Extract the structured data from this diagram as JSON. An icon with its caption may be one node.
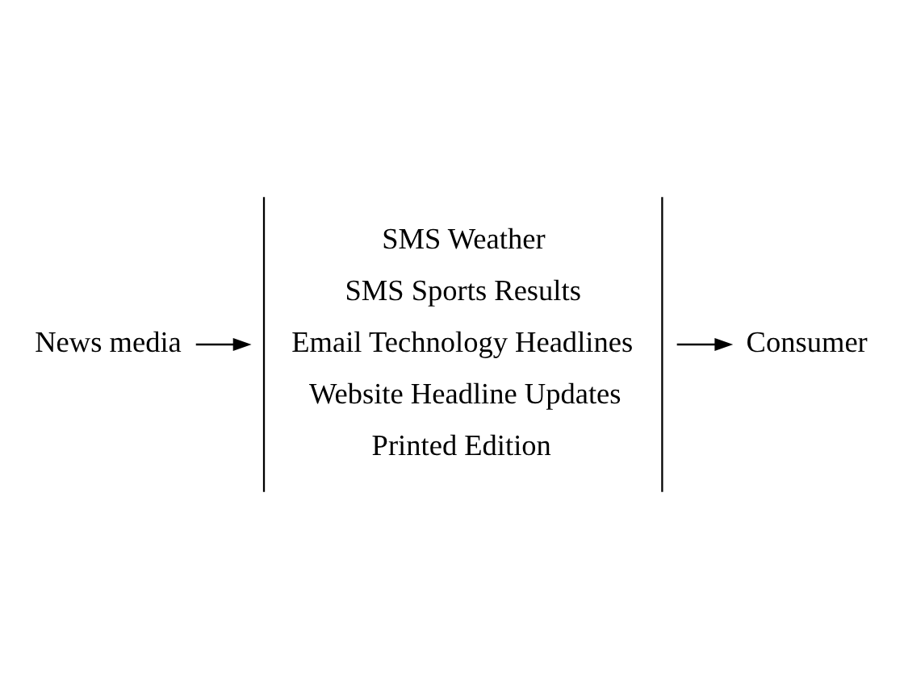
{
  "diagram": {
    "nodes": [
      {
        "text": [
          "News media"
        ]
      },
      {
        "text": [
          "SMS Weather",
          "SMS Sports Results",
          "Email Technology Headlines",
          "Website Headline Updates",
          "Printed Edition"
        ]
      },
      {
        "text": [
          "Consumer"
        ]
      }
    ],
    "edges": [
      {
        "from": 0,
        "to": 1,
        "arrow": "to"
      },
      {
        "from": 1,
        "to": 2,
        "arrow": "to"
      }
    ]
  }
}
